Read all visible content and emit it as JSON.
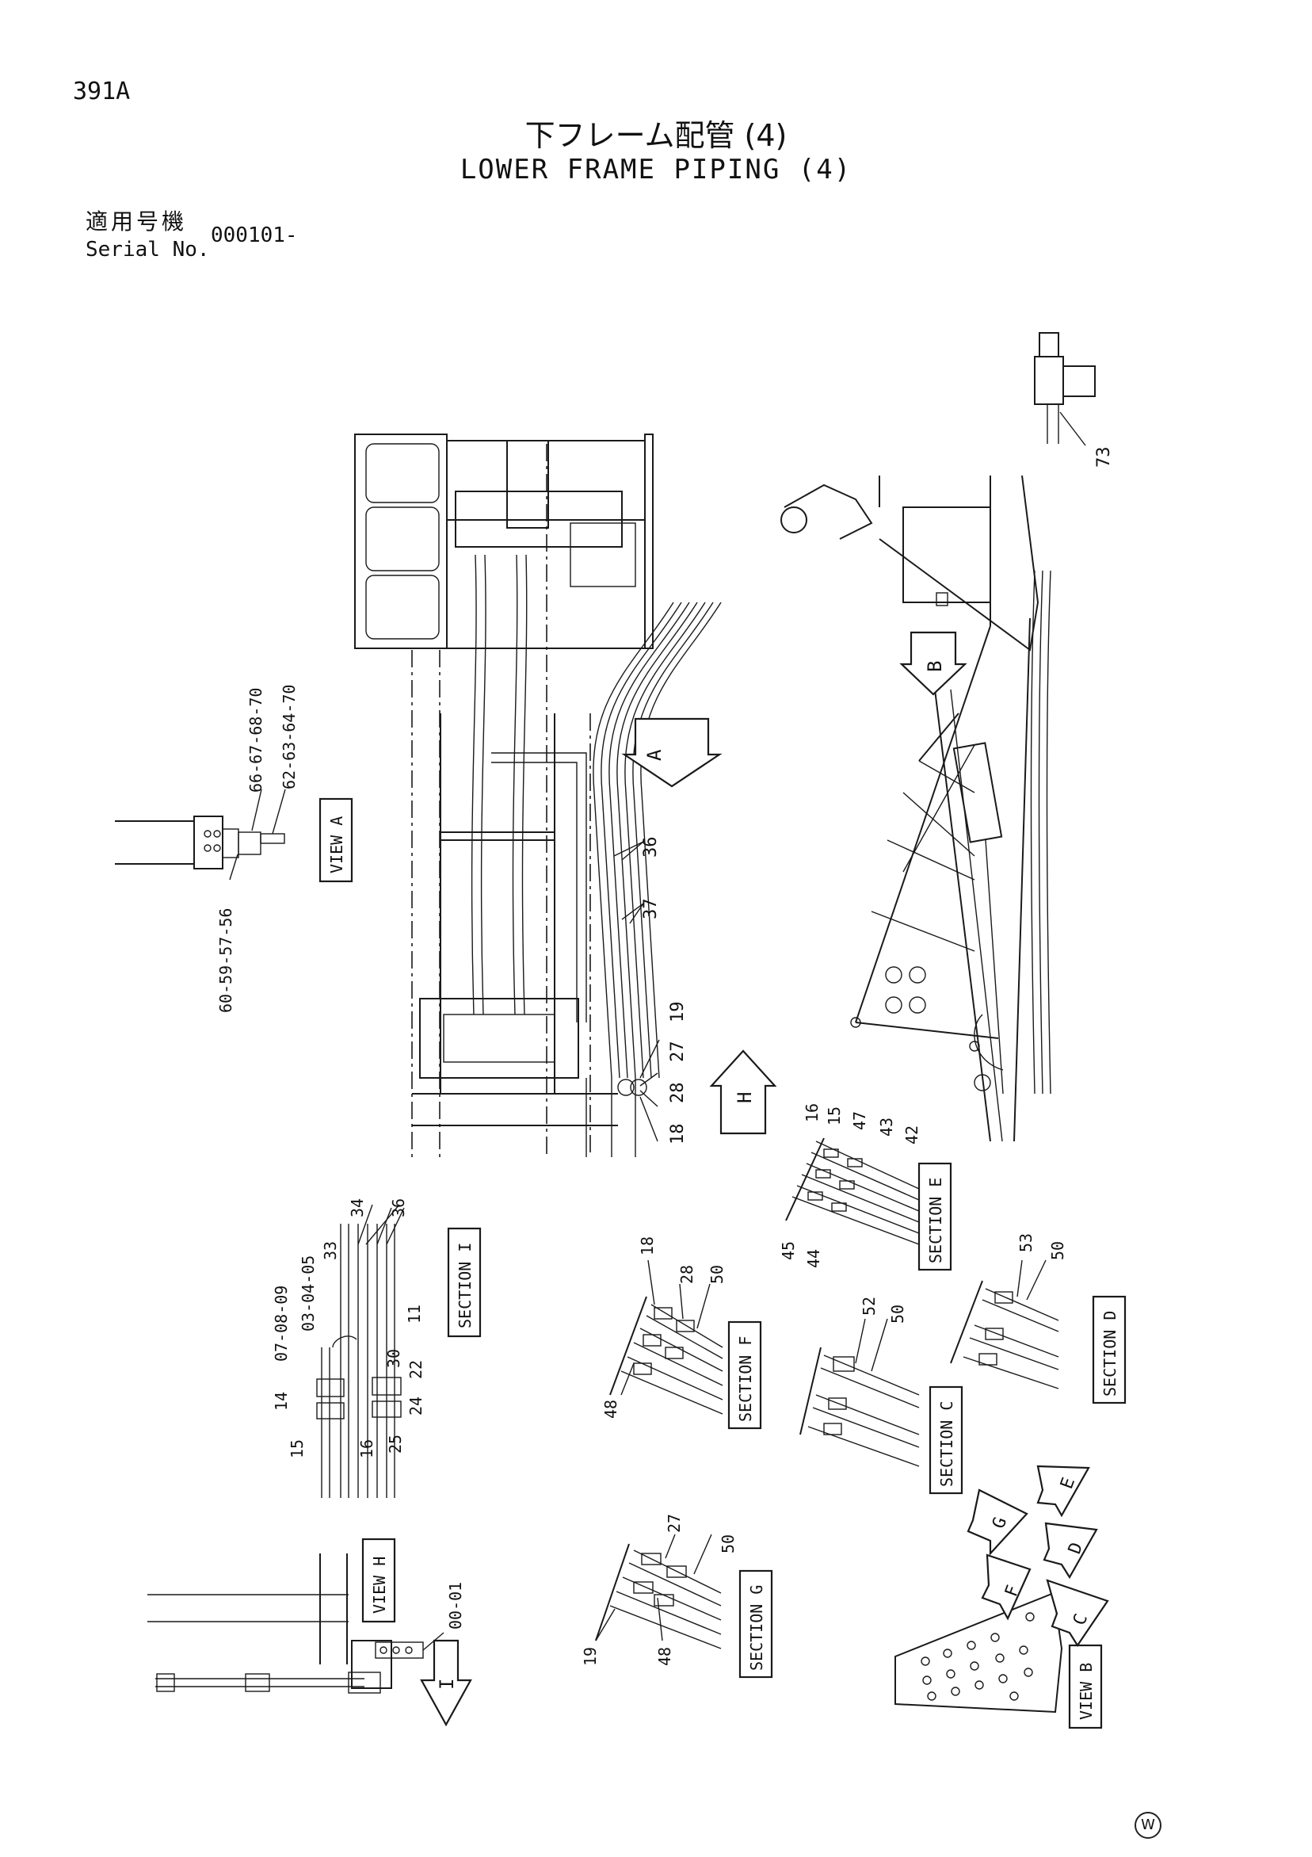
{
  "header": {
    "page_number": "391A",
    "title_jp": "下フレーム配管 (4)",
    "title_en": "LOWER FRAME PIPING (4)",
    "serial_label_jp": "適用号機",
    "serial_label_en": "Serial No.",
    "serial_value": "000101-"
  },
  "view_labels": {
    "view_a": "VIEW A",
    "view_h": "VIEW H",
    "view_b": "VIEW B",
    "section_i": "SECTION I",
    "section_e": "SECTION E",
    "section_f": "SECTION F",
    "section_c": "SECTION C",
    "section_d": "SECTION D",
    "section_g": "SECTION G"
  },
  "arrow_letters": {
    "a": "A",
    "b": "B",
    "h": "H",
    "i": "I",
    "c": "C",
    "d": "D",
    "e": "E",
    "f": "F",
    "g": "G"
  },
  "callouts": {
    "view_a": {
      "top_left": "66-67-68-70",
      "top_right": "62-63-64-70",
      "bottom": "60-59-57-56"
    },
    "main": {
      "c36": "36",
      "c37": "37",
      "c19": "19",
      "c27": "27",
      "c28": "28",
      "c18": "18",
      "c73": "73"
    },
    "section_i": {
      "c34": "34",
      "c36": "36",
      "c33": "33",
      "c03": "03-04-05",
      "c07": "07-08-09",
      "c11": "11",
      "c30": "30",
      "c22": "22",
      "c24": "24",
      "c25": "25",
      "c16": "16",
      "c14": "14",
      "c15": "15"
    },
    "section_e": {
      "c16": "16",
      "c15": "15",
      "c47": "47",
      "c43": "43",
      "c42": "42",
      "c45": "45",
      "c44": "44"
    },
    "section_f": {
      "c18": "18",
      "c28": "28",
      "c50": "50",
      "c48": "48"
    },
    "section_c": {
      "c52": "52",
      "c50": "50"
    },
    "section_d": {
      "c53": "53",
      "c50": "50"
    },
    "section_g": {
      "c27": "27",
      "c50": "50",
      "c19": "19",
      "c48": "48"
    },
    "view_h": {
      "c00": "00-01"
    }
  },
  "footer": {
    "mark": "W"
  }
}
